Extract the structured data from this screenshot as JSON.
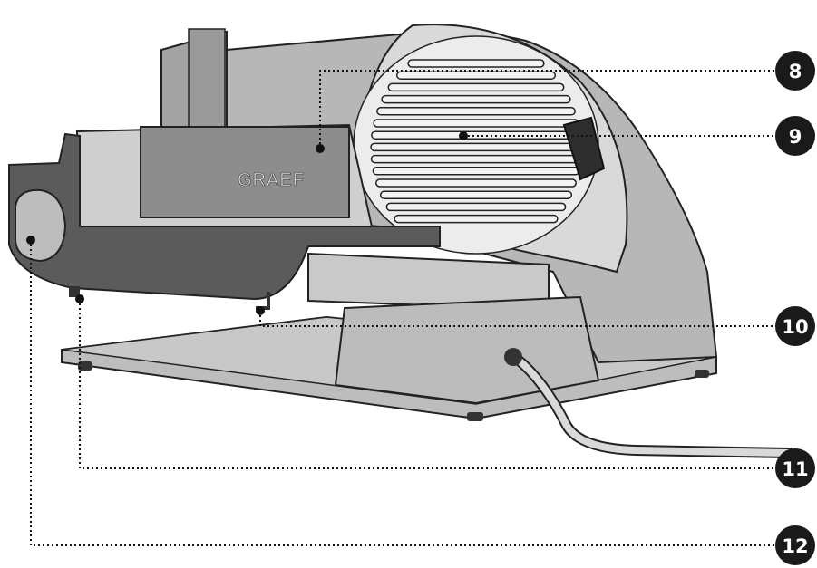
{
  "brand_text": "GRAEF",
  "callouts": [
    {
      "id": "8",
      "label": "8"
    },
    {
      "id": "9",
      "label": "9"
    },
    {
      "id": "10",
      "label": "10"
    },
    {
      "id": "11",
      "label": "11"
    },
    {
      "id": "12",
      "label": "12"
    }
  ],
  "colors": {
    "housing": "#b9b9b9",
    "housing_dark": "#a6a6a6",
    "carriage": "#555555",
    "outline": "#222222",
    "blade_plate": "#e6e6e6",
    "callout_bg": "#1a1a1a",
    "callout_fg": "#ffffff"
  }
}
